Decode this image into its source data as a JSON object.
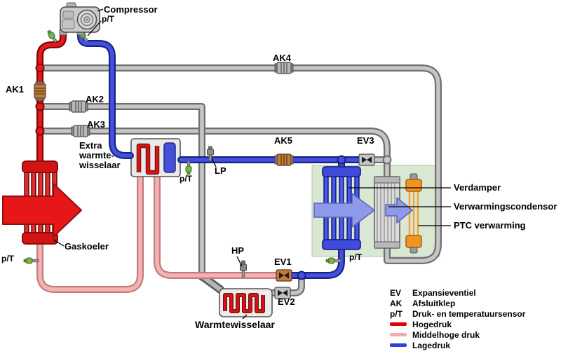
{
  "labels": {
    "compressor": "Compressor",
    "pt_compressor": "p/T",
    "ak1": "AK1",
    "ak2": "AK2",
    "ak3": "AK3",
    "ak4": "AK4",
    "ak5": "AK5",
    "ev1": "EV1",
    "ev2": "EV2",
    "ev3": "EV3",
    "extra_hx": [
      "Extra",
      "warmte-",
      "wisselaar"
    ],
    "pt_extra": "p/T",
    "lp": "LP",
    "hp": "HP",
    "gaskoeler": "Gaskoeler",
    "pt_gaskoeler": "p/T",
    "pt_verdamper": "p/T",
    "warmtewisselaar": "Warmtewisselaar",
    "verdamper": "Verdamper",
    "verwarmingscondensor": "Verwarmingscondensor",
    "ptc_verwarming": "PTC verwarming"
  },
  "legend": {
    "entries": [
      {
        "abbr": "EV",
        "label": "Expansieventiel"
      },
      {
        "abbr": "AK",
        "label": "Afsluitklep"
      },
      {
        "abbr": "p/T",
        "label": "Druk- en temperatuursensor"
      }
    ],
    "lines": [
      {
        "label": "Hogedruk",
        "color": "#e2000f"
      },
      {
        "label": "Middelhoge druk",
        "color": "#f6aaaa"
      },
      {
        "label": "Lagedruk",
        "color": "#3340d8"
      }
    ]
  },
  "colors": {
    "hogedruk_pipe": "#e51b1b",
    "middelhoge_pipe": "#f6b2b2",
    "lagedruk_pipe": "#4350e0",
    "inactive_pipe": "#c6c6c6",
    "valve_open": "#c07a3e",
    "sensor_green": "#79b34a",
    "climate_zone": "#d9e7d3"
  }
}
